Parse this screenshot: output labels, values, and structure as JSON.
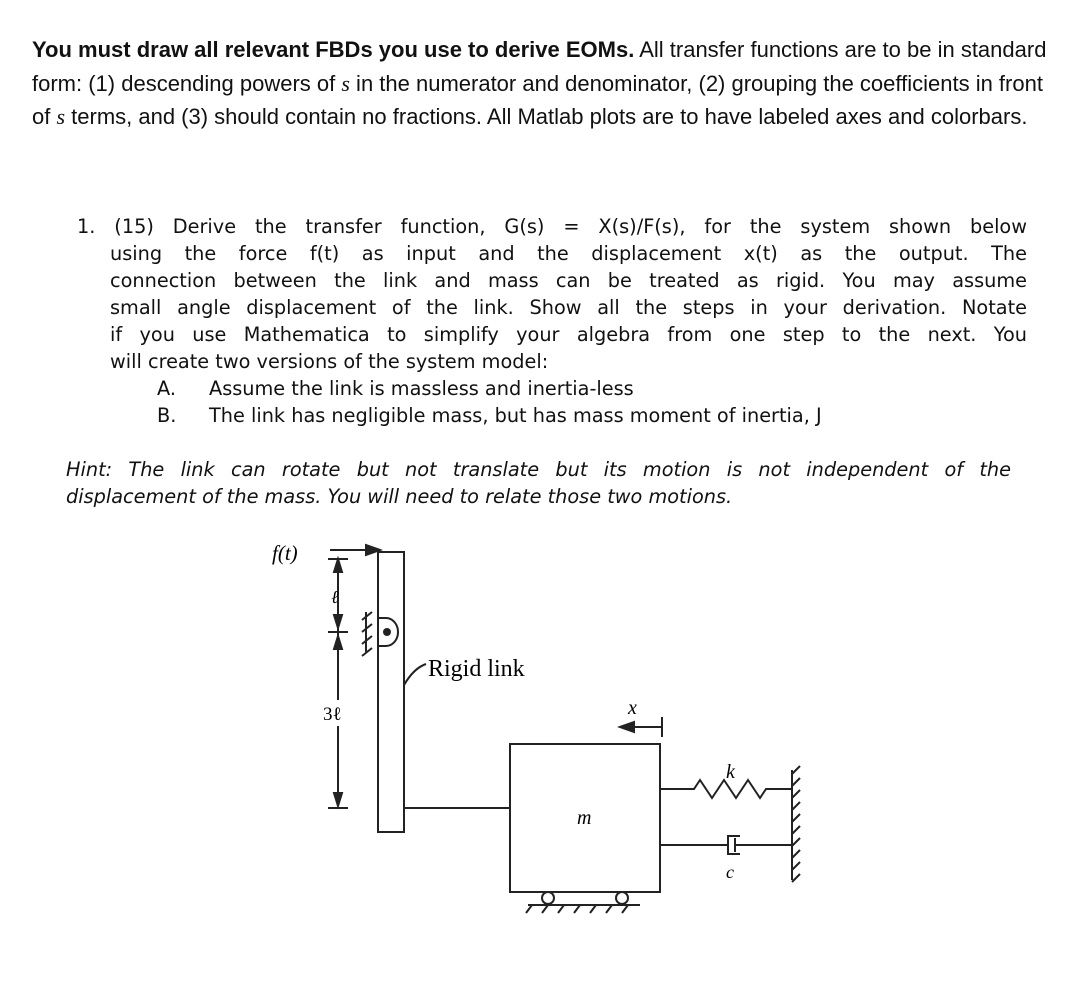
{
  "intro": {
    "bold_lead": "You must draw all relevant FBDs you use to derive EOMs.",
    "part1": " All transfer functions are to be in standard form: (1) descending powers of ",
    "s1": "s",
    "part2": " in the numerator and denominator, (2) grouping the coefficients in front of ",
    "s2": "s",
    "part3": " terms, and (3) should contain no fractions. All Matlab plots are to have labeled axes and colorbars."
  },
  "problem": {
    "line1": "1. (15) Derive the transfer function, G(s) = X(s)/F(s), for the system shown below",
    "line2": "using the force f(t) as input and the displacement x(t) as the output. The",
    "line3": "connection between the link and mass can be treated as rigid. You may assume",
    "line4": "small angle displacement of the link. Show all the steps in your derivation. Notate",
    "line5": "if you use Mathematica to simplify your algebra from one step to the next. You",
    "line6": "will create two versions of the system model:",
    "item_a_letter": "A.",
    "item_a_text": "Assume the link is massless and inertia-less",
    "item_b_letter": "B.",
    "item_b_text": "The link has negligible mass, but has mass moment of inertia, J"
  },
  "hint": {
    "line1": "Hint: The link can rotate but not translate but its motion is not independent of the",
    "line2": "displacement of the mass. You will need to relate those two motions."
  },
  "figure": {
    "force_label": "f(t)",
    "upper_length_label": "ℓ",
    "lower_length_label": "3ℓ",
    "link_label": "Rigid link",
    "displacement_label": "x",
    "mass_label": "m",
    "spring_label": "k",
    "damper_label": "c"
  }
}
